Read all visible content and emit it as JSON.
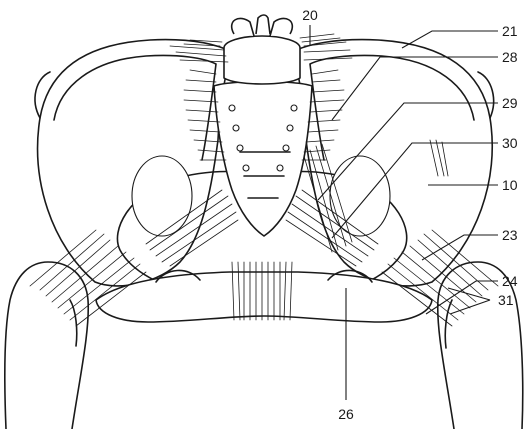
{
  "figure": {
    "background": "#ffffff",
    "ink_color": "#1a1a1a",
    "callouts": [
      {
        "id": "c20",
        "label": "20"
      },
      {
        "id": "c21",
        "label": "21"
      },
      {
        "id": "c28",
        "label": "28"
      },
      {
        "id": "c29",
        "label": "29"
      },
      {
        "id": "c30",
        "label": "30"
      },
      {
        "id": "c10",
        "label": "10"
      },
      {
        "id": "c23",
        "label": "23"
      },
      {
        "id": "c24",
        "label": "24"
      },
      {
        "id": "c31",
        "label": "31"
      },
      {
        "id": "c26",
        "label": "26"
      }
    ]
  }
}
